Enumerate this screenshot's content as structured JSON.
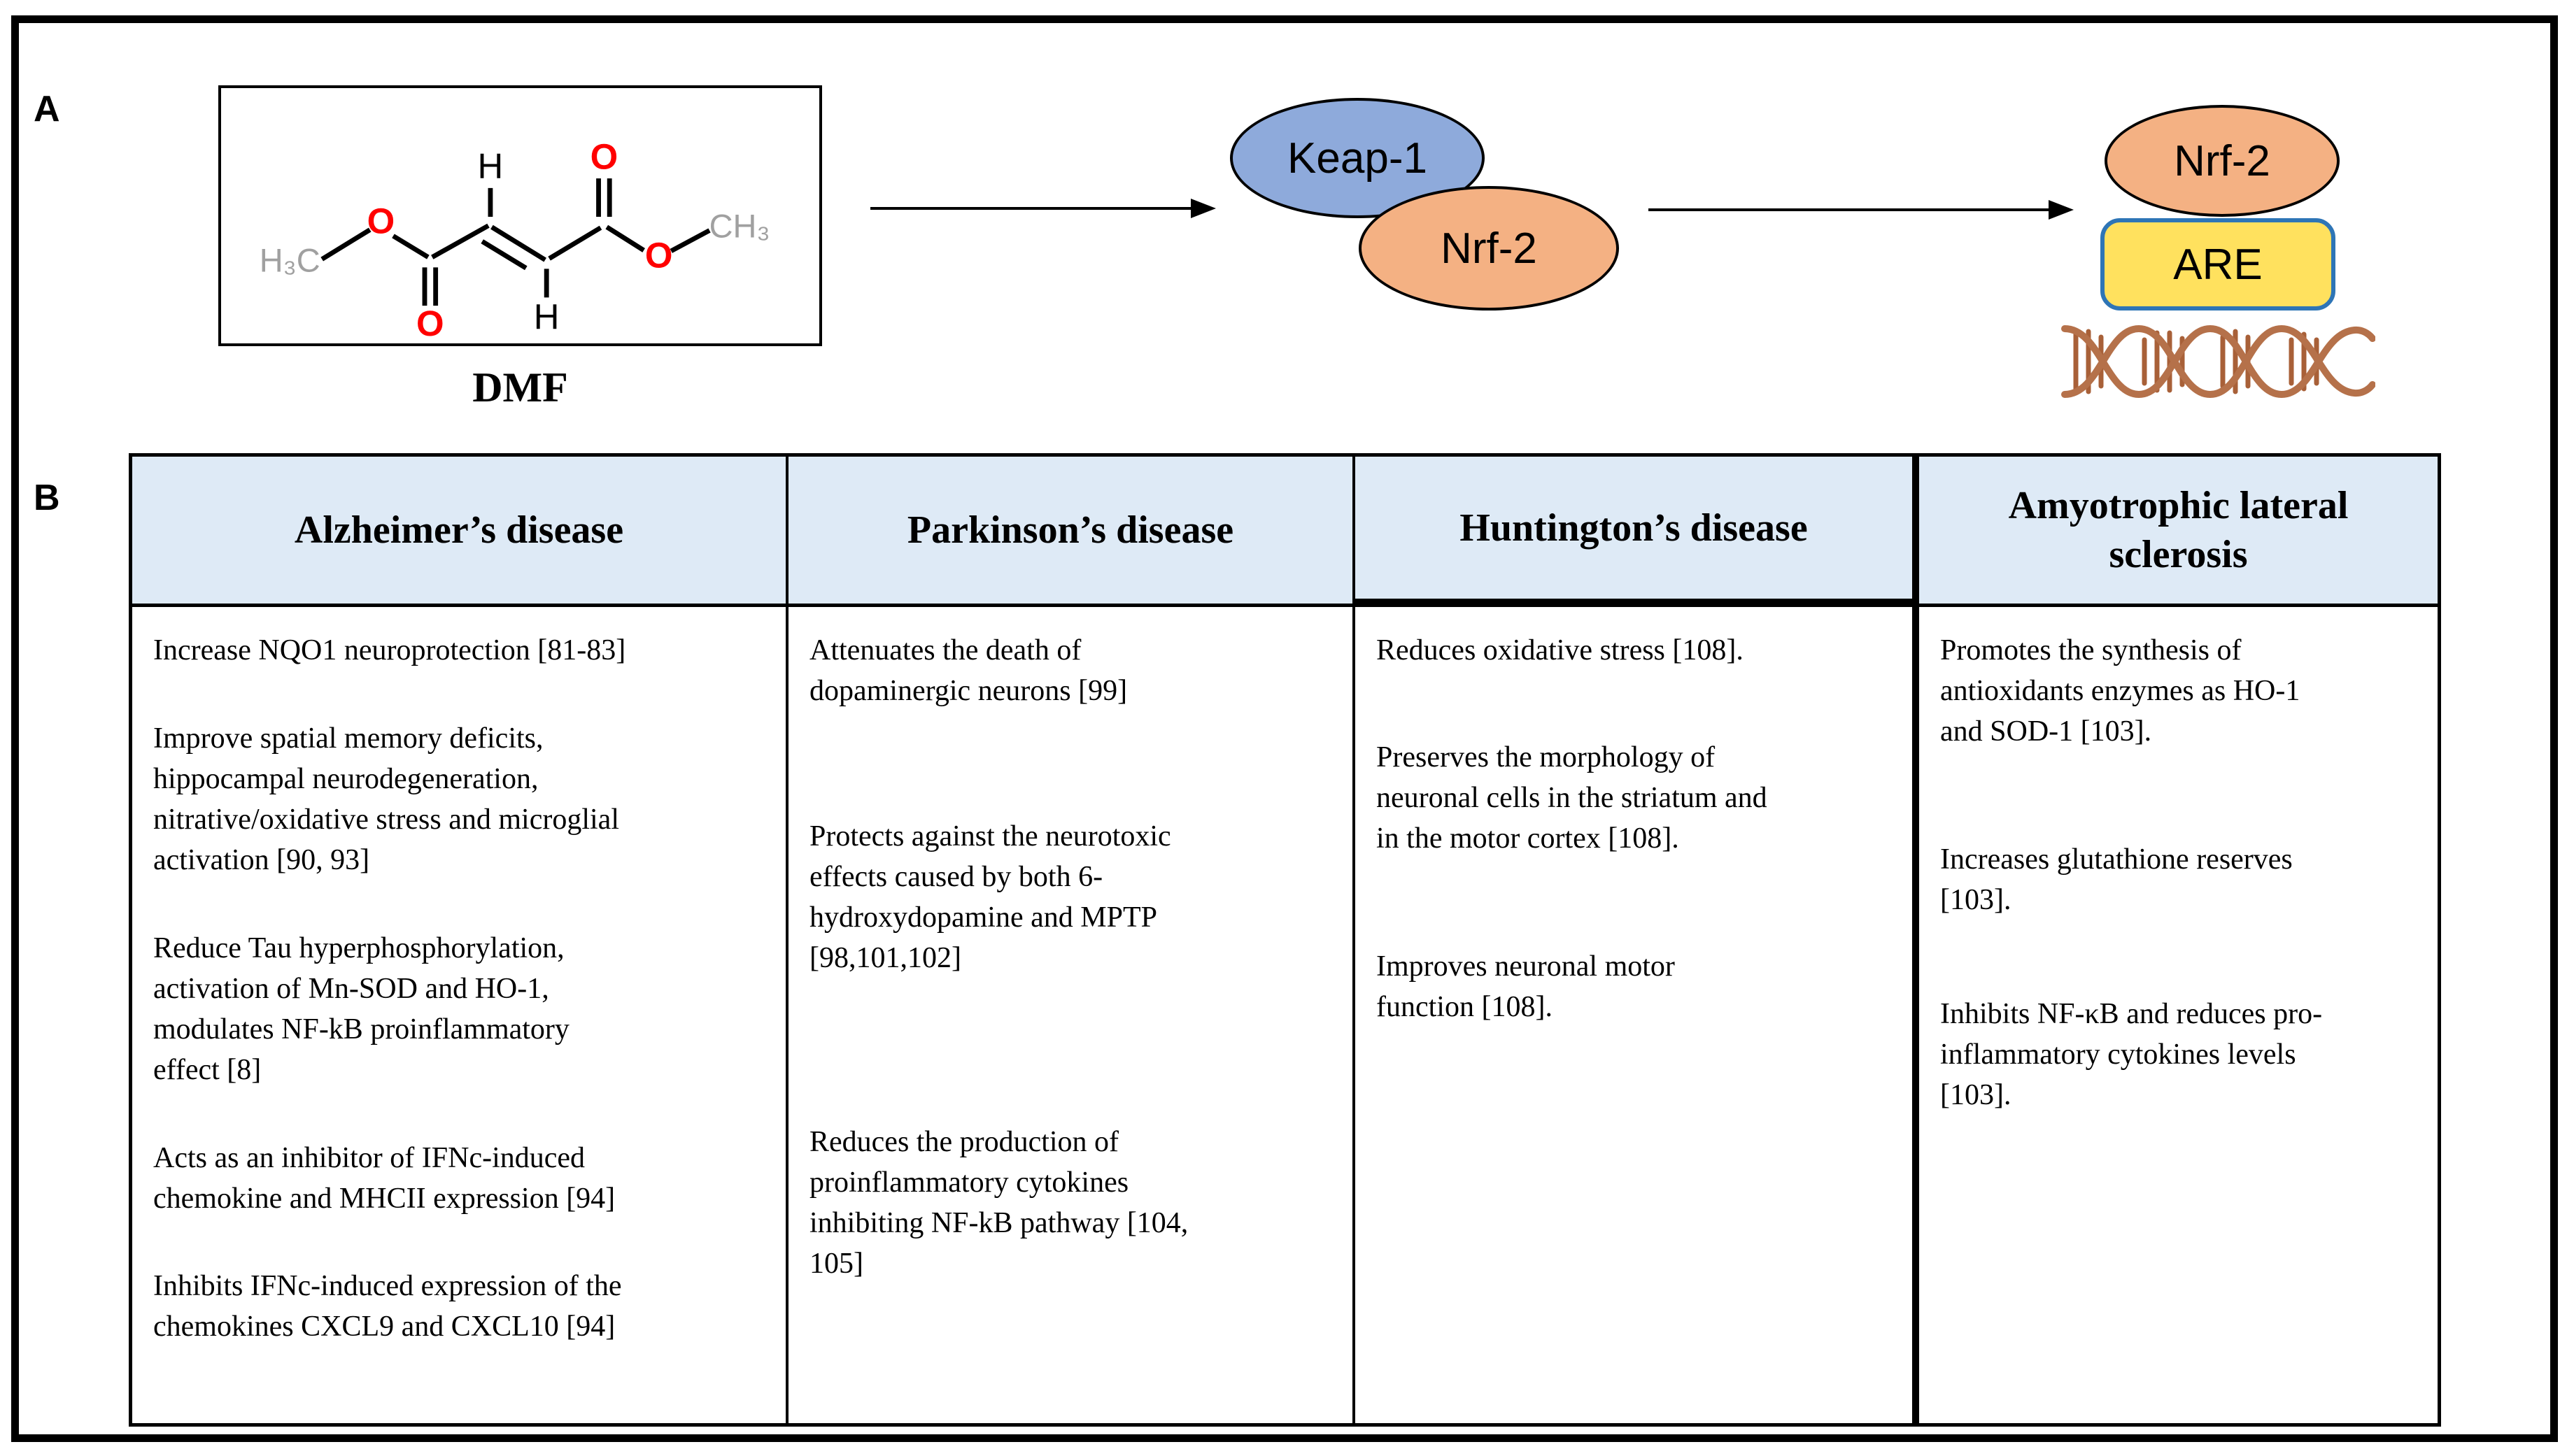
{
  "panel_a": {
    "label": "A",
    "molecule": {
      "name": "DMF",
      "atoms": {
        "h3c_left": "H₃C",
        "o_ester_left": "O",
        "o_carbonyl_left": "O",
        "h_top": "H",
        "h_bottom": "H",
        "o_carbonyl_right": "O",
        "o_ester_right": "O",
        "ch3_right": "CH₃"
      }
    },
    "keap1_label": "Keap-1",
    "nrf2_bound_label": "Nrf-2",
    "nrf2_free_label": "Nrf-2",
    "are_label": "ARE"
  },
  "panel_b": {
    "label": "B",
    "table": {
      "columns": [
        {
          "header": "Alzheimer’s disease",
          "paragraphs": [
            "Increase NQO1 neuroprotection [81-83]",
            "Improve spatial memory deficits,\nhippocampal neurodegeneration,\nnitrative/oxidative stress and microglial\nactivation [90, 93]",
            "Reduce Tau hyperphosphorylation,\nactivation of Mn-SOD and HO-1,\nmodulates NF-kB proinflammatory\neffect [8]",
            "Acts as an inhibitor of IFNc-induced\nchemokine and MHCII expression [94]",
            "Inhibits IFNc-induced expression of the\nchemokines CXCL9 and CXCL10 [94]"
          ]
        },
        {
          "header": "Parkinson’s disease",
          "paragraphs": [
            "Attenuates the death of\ndopaminergic neurons [99]",
            "Protects against the neurotoxic\neffects caused by both 6-\nhydroxydopamine and MPTP\n[98,101,102]",
            "Reduces the production of\nproinflammatory cytokines\ninhibiting NF-kB pathway [104,\n105]"
          ]
        },
        {
          "header": "Huntington’s disease",
          "paragraphs": [
            "Reduces oxidative stress [108].",
            "Preserves the morphology of\nneuronal cells in the striatum and\nin the motor cortex [108].",
            "Improves neuronal motor\nfunction [108]."
          ]
        },
        {
          "header": "Amyotrophic lateral\nsclerosis",
          "paragraphs": [
            "Promotes the synthesis of\nantioxidants enzymes as HO-1\nand SOD-1 [103].",
            "Increases glutathione reserves\n[103].",
            "Inhibits NF-κB and reduces pro-\ninflammatory cytokines levels\n[103]."
          ]
        }
      ]
    }
  },
  "colors": {
    "keap1_fill": "#8EAADB",
    "nrf2_fill": "#F4B183",
    "are_fill": "#FFE15E",
    "are_border": "#2E75B6",
    "header_fill": "#DEEAF6",
    "dna_strand": "#B5714A",
    "oxygen_red": "#FF0000",
    "methyl_gray": "#A0A0A0"
  }
}
